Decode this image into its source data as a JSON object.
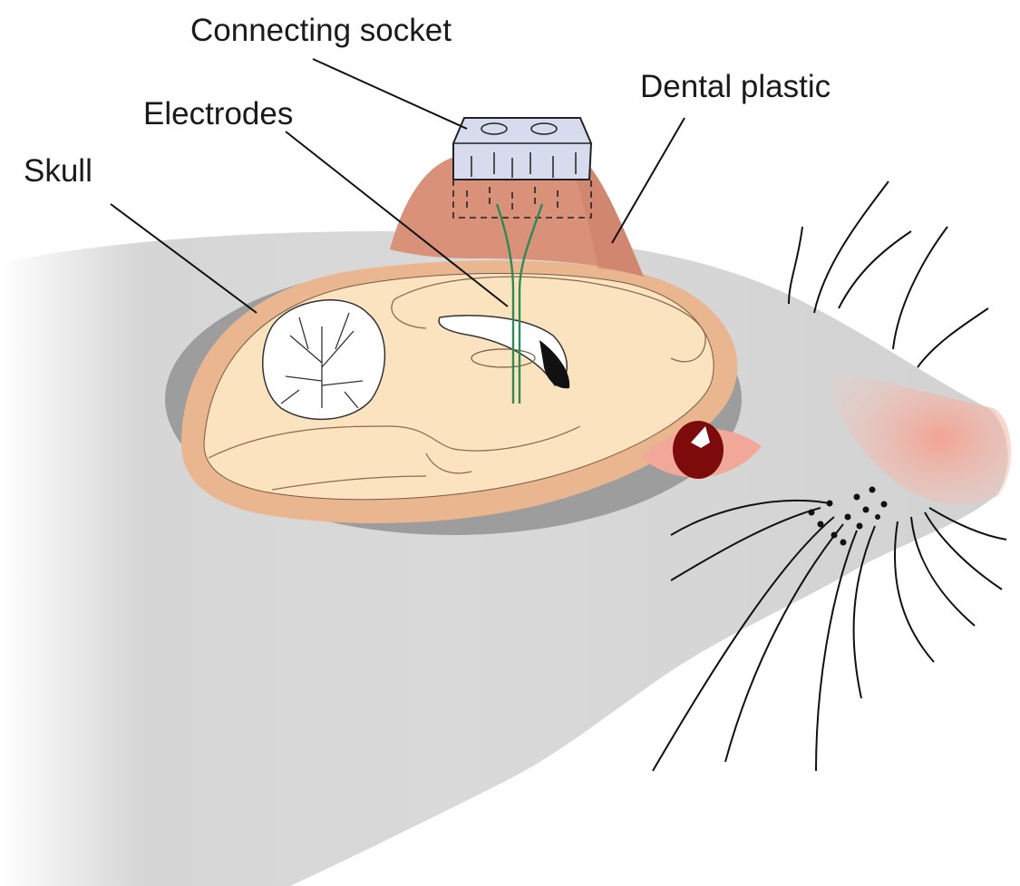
{
  "labels": {
    "connecting_socket": "Connecting socket",
    "dental_plastic": "Dental plastic",
    "electrodes": "Electrodes",
    "skull": "Skull"
  },
  "colors": {
    "fur": "#d9d9d9",
    "fur_shadow": "#bdbdbd",
    "cavity": "#9d9d9d",
    "skull_rim": "#e9b690",
    "brain": "#fbe3c0",
    "dental_plastic": "#d9917a",
    "socket": "#d7dbee",
    "electrode": "#2e8a55",
    "nose": "#f0a898",
    "eye": "#7d0b0b",
    "whisker": "#111111"
  }
}
